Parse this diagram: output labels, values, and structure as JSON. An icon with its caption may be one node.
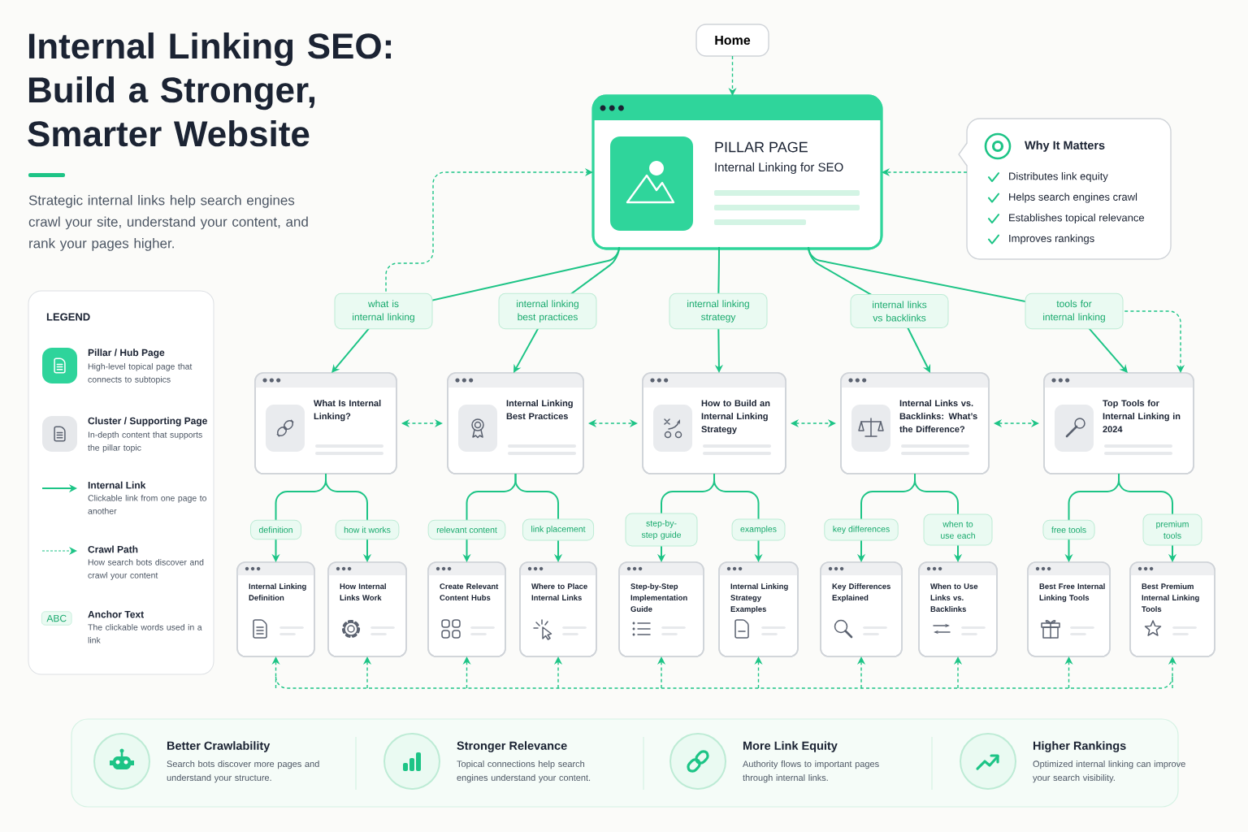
{
  "diagram": {
    "title": "Internal Linking SEO: Build a Stronger, Smarter Website",
    "nodes": [
      {
        "text": [
          "Home"
        ]
      },
      {
        "text": [
          "PILLAR PAGE",
          "Internal Linking for SEO"
        ]
      },
      {
        "text": [
          "Why It Matters",
          "Distributes link equity",
          "Helps search engines crawl",
          "Establishes topical relevance",
          "Improves rankings"
        ]
      },
      {
        "text": [
          "What Is Internal Linking?"
        ]
      },
      {
        "text": [
          "Internal Linking Best Practices"
        ]
      },
      {
        "text": [
          "How to Build an Internal Linking Strategy"
        ]
      },
      {
        "text": [
          "Internal Links vs. Backlinks: What’s the Difference?"
        ]
      },
      {
        "text": [
          "Top Tools for Internal Linking in 2024"
        ]
      },
      {
        "text": [
          "Internal Linking Definition"
        ]
      },
      {
        "text": [
          "How Internal Links Work"
        ]
      },
      {
        "text": [
          "Create Relevant Content Hubs"
        ]
      },
      {
        "text": [
          "Where to Place Internal Links"
        ]
      },
      {
        "text": [
          "Step-by-Step Implementation Guide"
        ]
      },
      {
        "text": [
          "Internal Linking Strategy Examples"
        ]
      },
      {
        "text": [
          "Key Differences Explained"
        ]
      },
      {
        "text": [
          "When to Use Links vs. Backlinks"
        ]
      },
      {
        "text": [
          "Best Free Internal Linking Tools"
        ]
      },
      {
        "text": [
          "Best Premium Internal Linking Tools"
        ]
      }
    ],
    "edges": [
      {
        "from": 0,
        "to": 1,
        "arrow": "to",
        "style": "dashed"
      },
      {
        "from": null,
        "to": 1,
        "arrow": "to",
        "style": "dashed"
      },
      {
        "from": 2,
        "to": 1,
        "arrow": "to",
        "style": "dashed"
      },
      {
        "from": 1,
        "to": 3,
        "arrow": "to",
        "label": "what is internal linking"
      },
      {
        "from": 1,
        "to": 4,
        "arrow": "to",
        "label": "internal linking best practices"
      },
      {
        "from": 1,
        "to": 5,
        "arrow": "to",
        "label": "internal linking strategy"
      },
      {
        "from": 1,
        "to": 6,
        "arrow": "to",
        "label": "internal links vs backlinks"
      },
      {
        "from": 1,
        "to": 7,
        "arrow": "to",
        "label": "tools for internal linking"
      },
      {
        "from": null,
        "to": 7,
        "arrow": "to",
        "style": "dashed"
      },
      {
        "from": 3,
        "to": 4,
        "arrow": "both",
        "style": "dashed"
      },
      {
        "from": 4,
        "to": 5,
        "arrow": "both",
        "style": "dashed"
      },
      {
        "from": 5,
        "to": 6,
        "arrow": "both",
        "style": "dashed"
      },
      {
        "from": 6,
        "to": 7,
        "arrow": "both",
        "style": "dashed"
      },
      {
        "from": 3,
        "to": 8,
        "arrow": "to",
        "label": "definition"
      },
      {
        "from": 3,
        "to": 9,
        "arrow": "to",
        "label": "how it works"
      },
      {
        "from": 4,
        "to": 10,
        "arrow": "to",
        "label": "relevant content"
      },
      {
        "from": 4,
        "to": 11,
        "arrow": "to",
        "label": "link placement"
      },
      {
        "from": 5,
        "to": 12,
        "arrow": "to",
        "label": "step-by-step guide"
      },
      {
        "from": 5,
        "to": 13,
        "arrow": "to",
        "label": "examples"
      },
      {
        "from": 6,
        "to": 14,
        "arrow": "to",
        "label": "key differences"
      },
      {
        "from": 6,
        "to": 15,
        "arrow": "to",
        "label": "when to use each"
      },
      {
        "from": 7,
        "to": 16,
        "arrow": "to",
        "label": "free tools"
      },
      {
        "from": 7,
        "to": 17,
        "arrow": "to",
        "label": "premium tools"
      },
      {
        "from": null,
        "to": 8,
        "arrow": "to",
        "style": "dashed"
      },
      {
        "from": null,
        "to": 9,
        "arrow": "to",
        "style": "dashed"
      },
      {
        "from": null,
        "to": 10,
        "arrow": "to",
        "style": "dashed"
      },
      {
        "from": null,
        "to": 11,
        "arrow": "to",
        "style": "dashed"
      },
      {
        "from": null,
        "to": 12,
        "arrow": "to",
        "style": "dashed"
      },
      {
        "from": null,
        "to": 13,
        "arrow": "to",
        "style": "dashed"
      },
      {
        "from": null,
        "to": 14,
        "arrow": "to",
        "style": "dashed"
      },
      {
        "from": null,
        "to": 15,
        "arrow": "to",
        "style": "dashed"
      },
      {
        "from": null,
        "to": 16,
        "arrow": "to",
        "style": "dashed"
      },
      {
        "from": null,
        "to": 17,
        "arrow": "to",
        "style": "dashed"
      }
    ],
    "labels": [
      "Strategic internal links help search engines crawl your site, understand your content, and rank your pages higher.",
      "LEGEND",
      "High-level topical page that connects to subtopics",
      "In-depth content that supports the pillar topic",
      "Clickable link from one page to another",
      "How search bots discover and crawl your content",
      "The clickable words used in a link",
      "ABC",
      "Better Crawlability",
      "Search bots discover more pages and understand your structure.",
      "Stronger Relevance",
      "Topical connections help search engines understand your content.",
      "More Link Equity",
      "Authority flows to important pages through internal links.",
      "Higher Rankings",
      "Optimized internal linking can improve your search visibility."
    ],
    "legend": [
      {
        "text": "Pillar / Hub Page",
        "color": "#2ed49b"
      },
      {
        "text": "Cluster / Supporting Page",
        "color": "#e6e8eb"
      },
      {
        "text": "Internal Link"
      },
      {
        "text": "Crawl Path"
      },
      {
        "text": "Anchor Text"
      }
    ]
  }
}
